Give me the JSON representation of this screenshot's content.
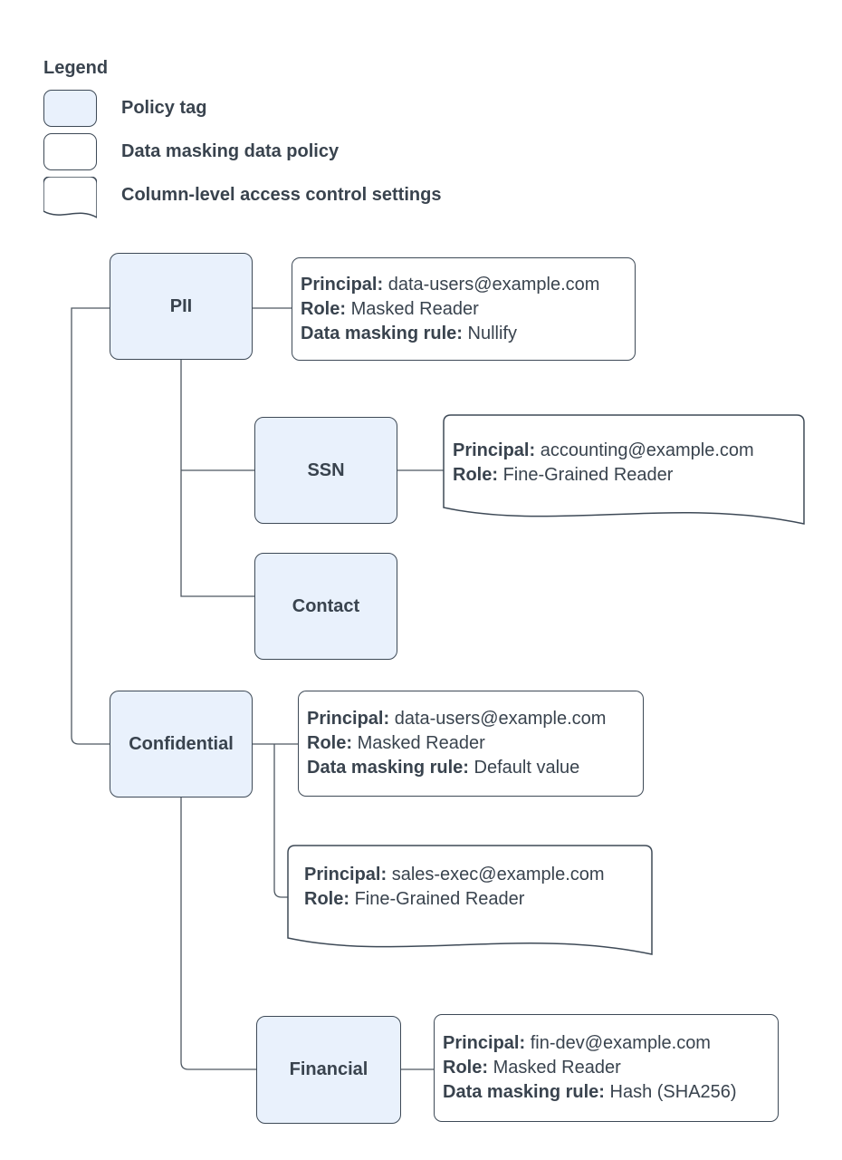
{
  "legend": {
    "title": "Legend",
    "items": [
      {
        "label": "Policy tag",
        "swatch": "policy-tag-swatch"
      },
      {
        "label": "Data masking data policy",
        "swatch": "data-policy-swatch"
      },
      {
        "label": "Column-level access control settings",
        "swatch": "access-control-swatch"
      }
    ]
  },
  "nodes": [
    {
      "id": "pii",
      "label": "PII"
    },
    {
      "id": "ssn",
      "label": "SSN"
    },
    {
      "id": "contact",
      "label": "Contact"
    },
    {
      "id": "confidential",
      "label": "Confidential"
    },
    {
      "id": "financial",
      "label": "Financial"
    }
  ],
  "policies": [
    {
      "id": "pii-data-masking-policy",
      "shape": "data-masking-data-policy",
      "lines": [
        {
          "label": "Principal:",
          "value": "data-users@example.com"
        },
        {
          "label": "Role:",
          "value": "Masked Reader"
        },
        {
          "label": "Data masking rule:",
          "value": "Nullify"
        }
      ]
    },
    {
      "id": "ssn-access-control",
      "shape": "column-level-access-control",
      "lines": [
        {
          "label": "Principal:",
          "value": "accounting@example.com"
        },
        {
          "label": "Role:",
          "value": "Fine-Grained Reader"
        }
      ]
    },
    {
      "id": "confidential-data-masking-policy",
      "shape": "data-masking-data-policy",
      "lines": [
        {
          "label": "Principal:",
          "value": "data-users@example.com"
        },
        {
          "label": "Role:",
          "value": "Masked Reader"
        },
        {
          "label": "Data masking rule:",
          "value": "Default value"
        }
      ]
    },
    {
      "id": "confidential-access-control",
      "shape": "column-level-access-control",
      "lines": [
        {
          "label": "Principal:",
          "value": "sales-exec@example.com"
        },
        {
          "label": "Role:",
          "value": "Fine-Grained Reader"
        }
      ]
    },
    {
      "id": "financial-data-masking-policy",
      "shape": "data-masking-data-policy",
      "lines": [
        {
          "label": "Principal:",
          "value": "fin-dev@example.com"
        },
        {
          "label": "Role:",
          "value": "Masked Reader"
        },
        {
          "label": "Data masking rule:",
          "value": "Hash (SHA256)"
        }
      ]
    }
  ],
  "colors": {
    "policy_tag_fill": "#e9f1fc",
    "shape_border": "#3e4a57",
    "text": "#39434e",
    "connector": "#4e5862",
    "background": "#ffffff"
  }
}
